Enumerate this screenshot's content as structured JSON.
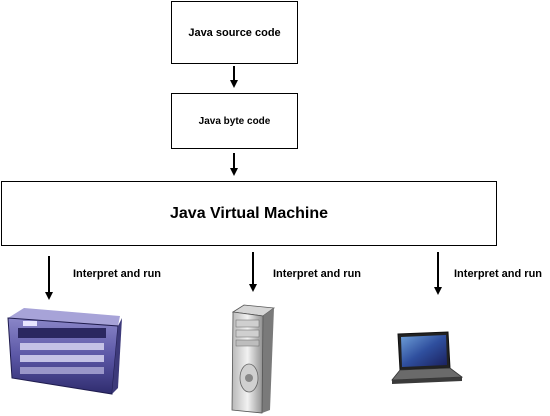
{
  "nodes": {
    "source": {
      "label": "Java source code"
    },
    "bytecode": {
      "label": "Java byte code"
    },
    "jvm": {
      "label": "Java Virtual Machine"
    }
  },
  "edges": {
    "interpret_1": "Interpret and run",
    "interpret_2": "Interpret and run",
    "interpret_3": "Interpret and run"
  },
  "devices": [
    {
      "icon": "server-icon"
    },
    {
      "icon": "desktop-tower-icon"
    },
    {
      "icon": "laptop-icon"
    }
  ]
}
